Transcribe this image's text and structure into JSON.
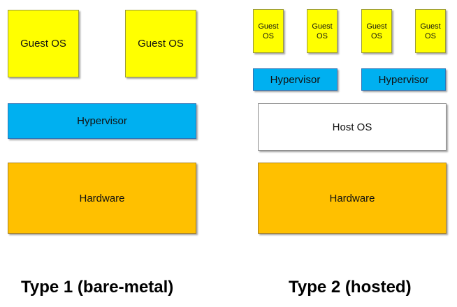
{
  "type1": {
    "guest_os_left": "Guest OS",
    "guest_os_right": "Guest OS",
    "hypervisor": "Hypervisor",
    "hardware": "Hardware",
    "caption": "Type 1 (bare-metal)"
  },
  "type2": {
    "guest_os": [
      "Guest\nOS",
      "Guest\nOS",
      "Guest\nOS",
      "Guest\nOS"
    ],
    "hypervisor_left": "Hypervisor",
    "hypervisor_right": "Hypervisor",
    "host_os": "Host OS",
    "hardware": "Hardware",
    "caption": "Type 2 (hosted)"
  },
  "colors": {
    "guest_os": "#ffff00",
    "hypervisor": "#00b0f0",
    "host_os": "#ffffff",
    "hardware": "#ffc000"
  }
}
